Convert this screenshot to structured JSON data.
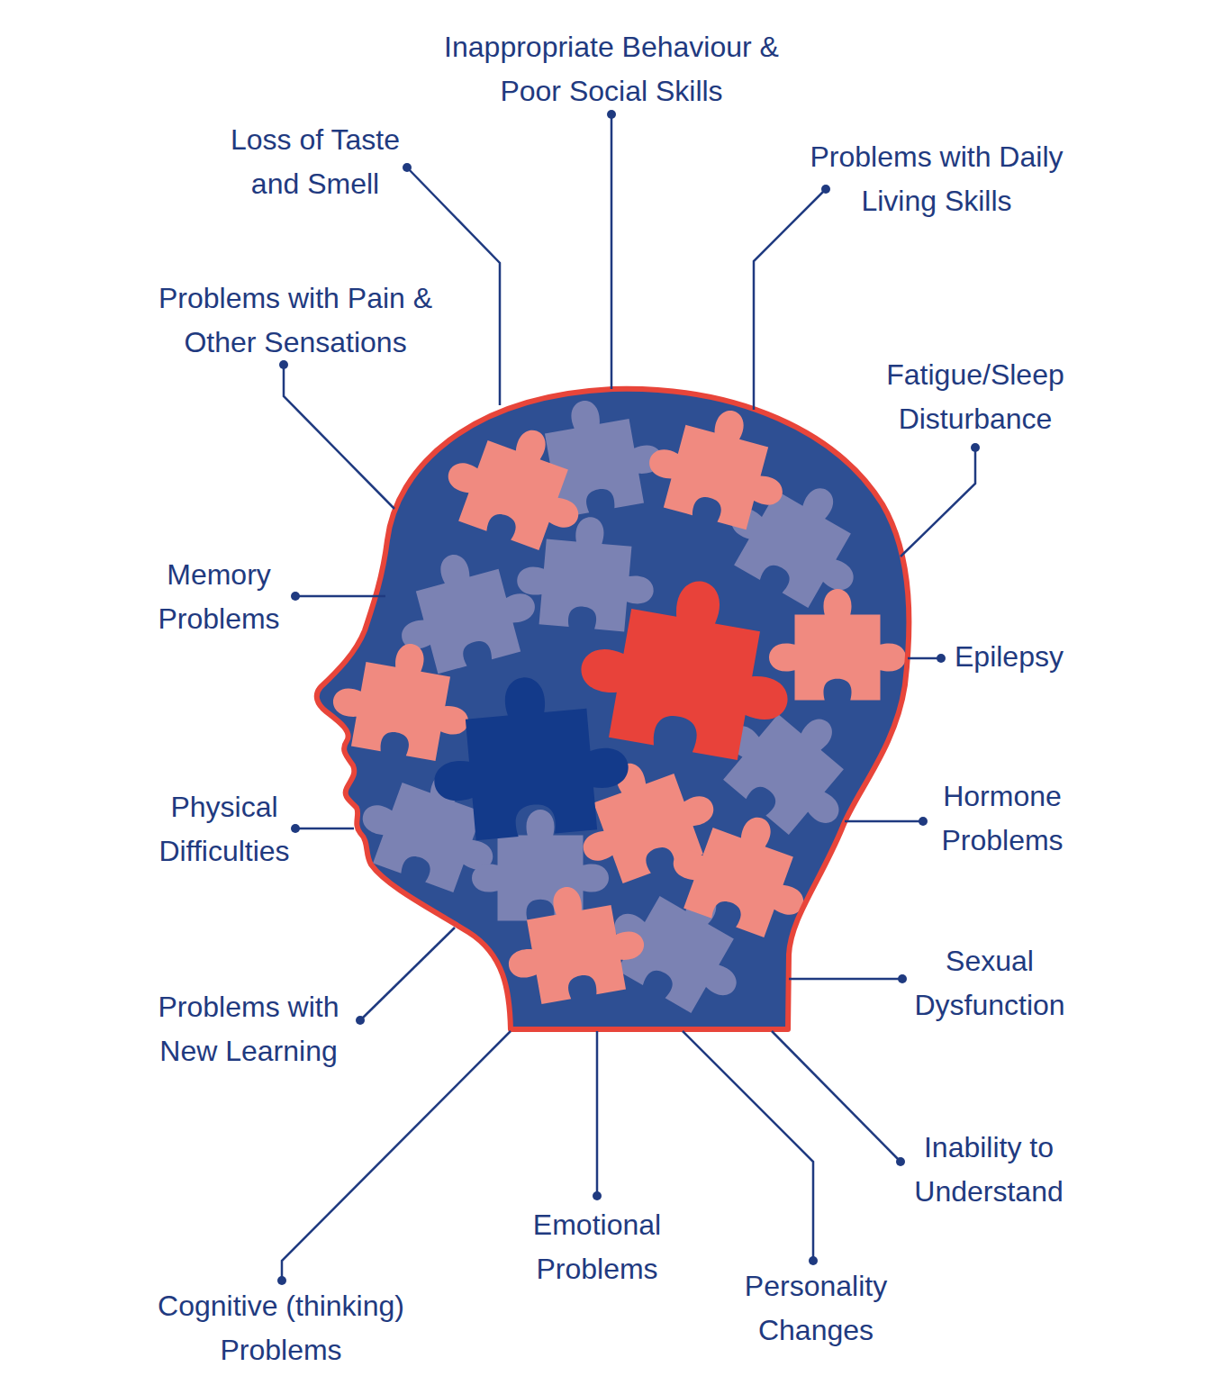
{
  "diagram": {
    "labels": [
      "Inappropriate Behaviour & Poor Social Skills",
      "Loss of Taste and Smell",
      "Problems with Daily Living Skills",
      "Problems with Pain & Other Sensations",
      "Fatigue/Sleep Disturbance",
      "Memory Problems",
      "Epilepsy",
      "Hormone Problems",
      "Physical Difficulties",
      "Sexual Dysfunction",
      "Problems with New Learning",
      "Inability to Understand",
      "Emotional Problems",
      "Personality Changes",
      "Cognitive (thinking) Problems"
    ]
  }
}
